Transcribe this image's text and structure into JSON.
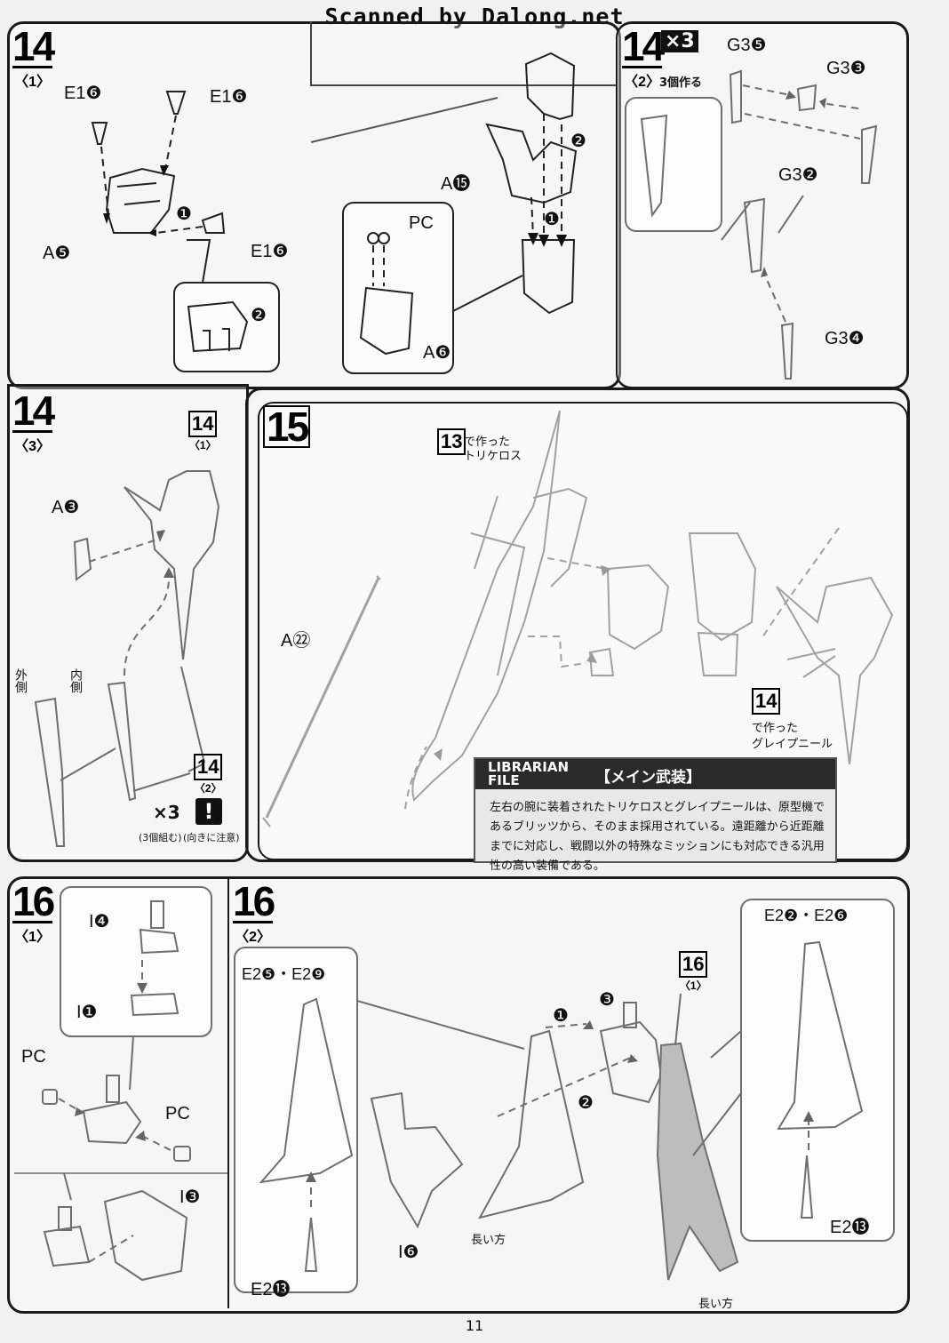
{
  "watermark": "Scanned by Dalong.net",
  "page_number": "11",
  "steps": {
    "s14_1": {
      "num": "14",
      "sub": "〈1〉",
      "labels": {
        "e1a": "E1❻",
        "e1b": "E1❻",
        "e1c": "E1❻",
        "a5": "A❺",
        "n1": "❶",
        "n2": "❷"
      }
    },
    "s14_2": {
      "num": "14",
      "sub": "〈2〉",
      "x3": "×3",
      "x3_caption": "3個作る",
      "labels": {
        "g3_5": "G3❺",
        "g3_3": "G3❸",
        "g3_2": "G3❷",
        "g3_4": "G3❹"
      }
    },
    "s14_right": {
      "labels": {
        "a15": "A⓯",
        "pcd": "PC",
        "a6": "A❻",
        "n1": "❶",
        "n2": "❷"
      }
    },
    "s14_3": {
      "num": "14",
      "sub": "〈3〉",
      "labels": {
        "a3": "A❸",
        "ref_num": "14",
        "ref_sub": "〈1〉",
        "ref2_num": "14",
        "ref2_sub": "〈2〉",
        "outer": "外側",
        "inner": "内側",
        "x3": "×3",
        "cap1": "(3個組む)",
        "cap2": "(向きに注意)"
      }
    },
    "s15": {
      "num": "15",
      "labels": {
        "ref13": "13",
        "ref13_text1": "で作った",
        "ref13_text2": "トリケロス",
        "a22": "A㉒",
        "ref14": "14",
        "ref14_text1": "で作った",
        "ref14_text2": "グレイプニール"
      }
    },
    "s16_1": {
      "num": "16",
      "sub": "〈1〉",
      "labels": {
        "i4": "I❹",
        "i1": "I❶",
        "pcf1": "PC",
        "pcf2": "PC",
        "i3": "I❸"
      }
    },
    "s16_2": {
      "num": "16",
      "sub": "〈2〉",
      "labels": {
        "e25_9": "E2❺・E2❾",
        "e213a": "E2⓭",
        "i6": "I❻",
        "long1": "長い方",
        "ref16": "16",
        "ref16_sub": "〈1〉",
        "long2": "長い方",
        "n1": "❶",
        "n2": "❷",
        "n3": "❸",
        "e22_6": "E2❷・E2❻",
        "e213b": "E2⓭"
      }
    }
  },
  "librarian": {
    "badge": "LIBRARIAN FILE",
    "section": "【メイン武装】",
    "text": "左右の腕に装着されたトリケロスとグレイプニールは、原型機であるブリッツから、そのまま採用されている。遠距離から近距離までに対応し、戦闘以外の特殊なミッションにも対応できる汎用性の高い装備である。"
  },
  "colors": {
    "ink": "#111111",
    "paper": "#f1f1f1",
    "gray_part": "#8a8a8a"
  }
}
